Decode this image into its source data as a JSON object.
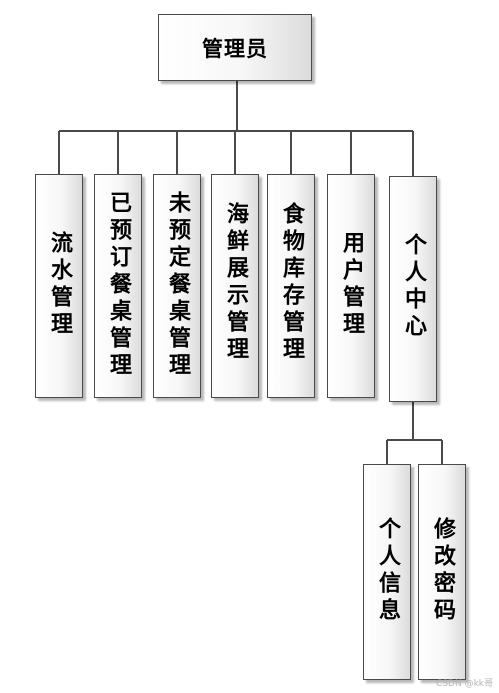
{
  "root": {
    "label": "管理员"
  },
  "modules": [
    {
      "id": "flow",
      "label": "流水管理"
    },
    {
      "id": "booked",
      "label": "已预订餐桌管理"
    },
    {
      "id": "unbooked",
      "label": "未预定餐桌管理"
    },
    {
      "id": "seafood",
      "label": "海鲜展示管理"
    },
    {
      "id": "inventory",
      "label": "食物库存管理"
    },
    {
      "id": "users",
      "label": "用户管理"
    },
    {
      "id": "personal",
      "label": "个人中心"
    }
  ],
  "personal_children": [
    {
      "id": "info",
      "label": "个人信息"
    },
    {
      "id": "password",
      "label": "修改密码"
    }
  ],
  "watermark": "CSDN @kk哥"
}
